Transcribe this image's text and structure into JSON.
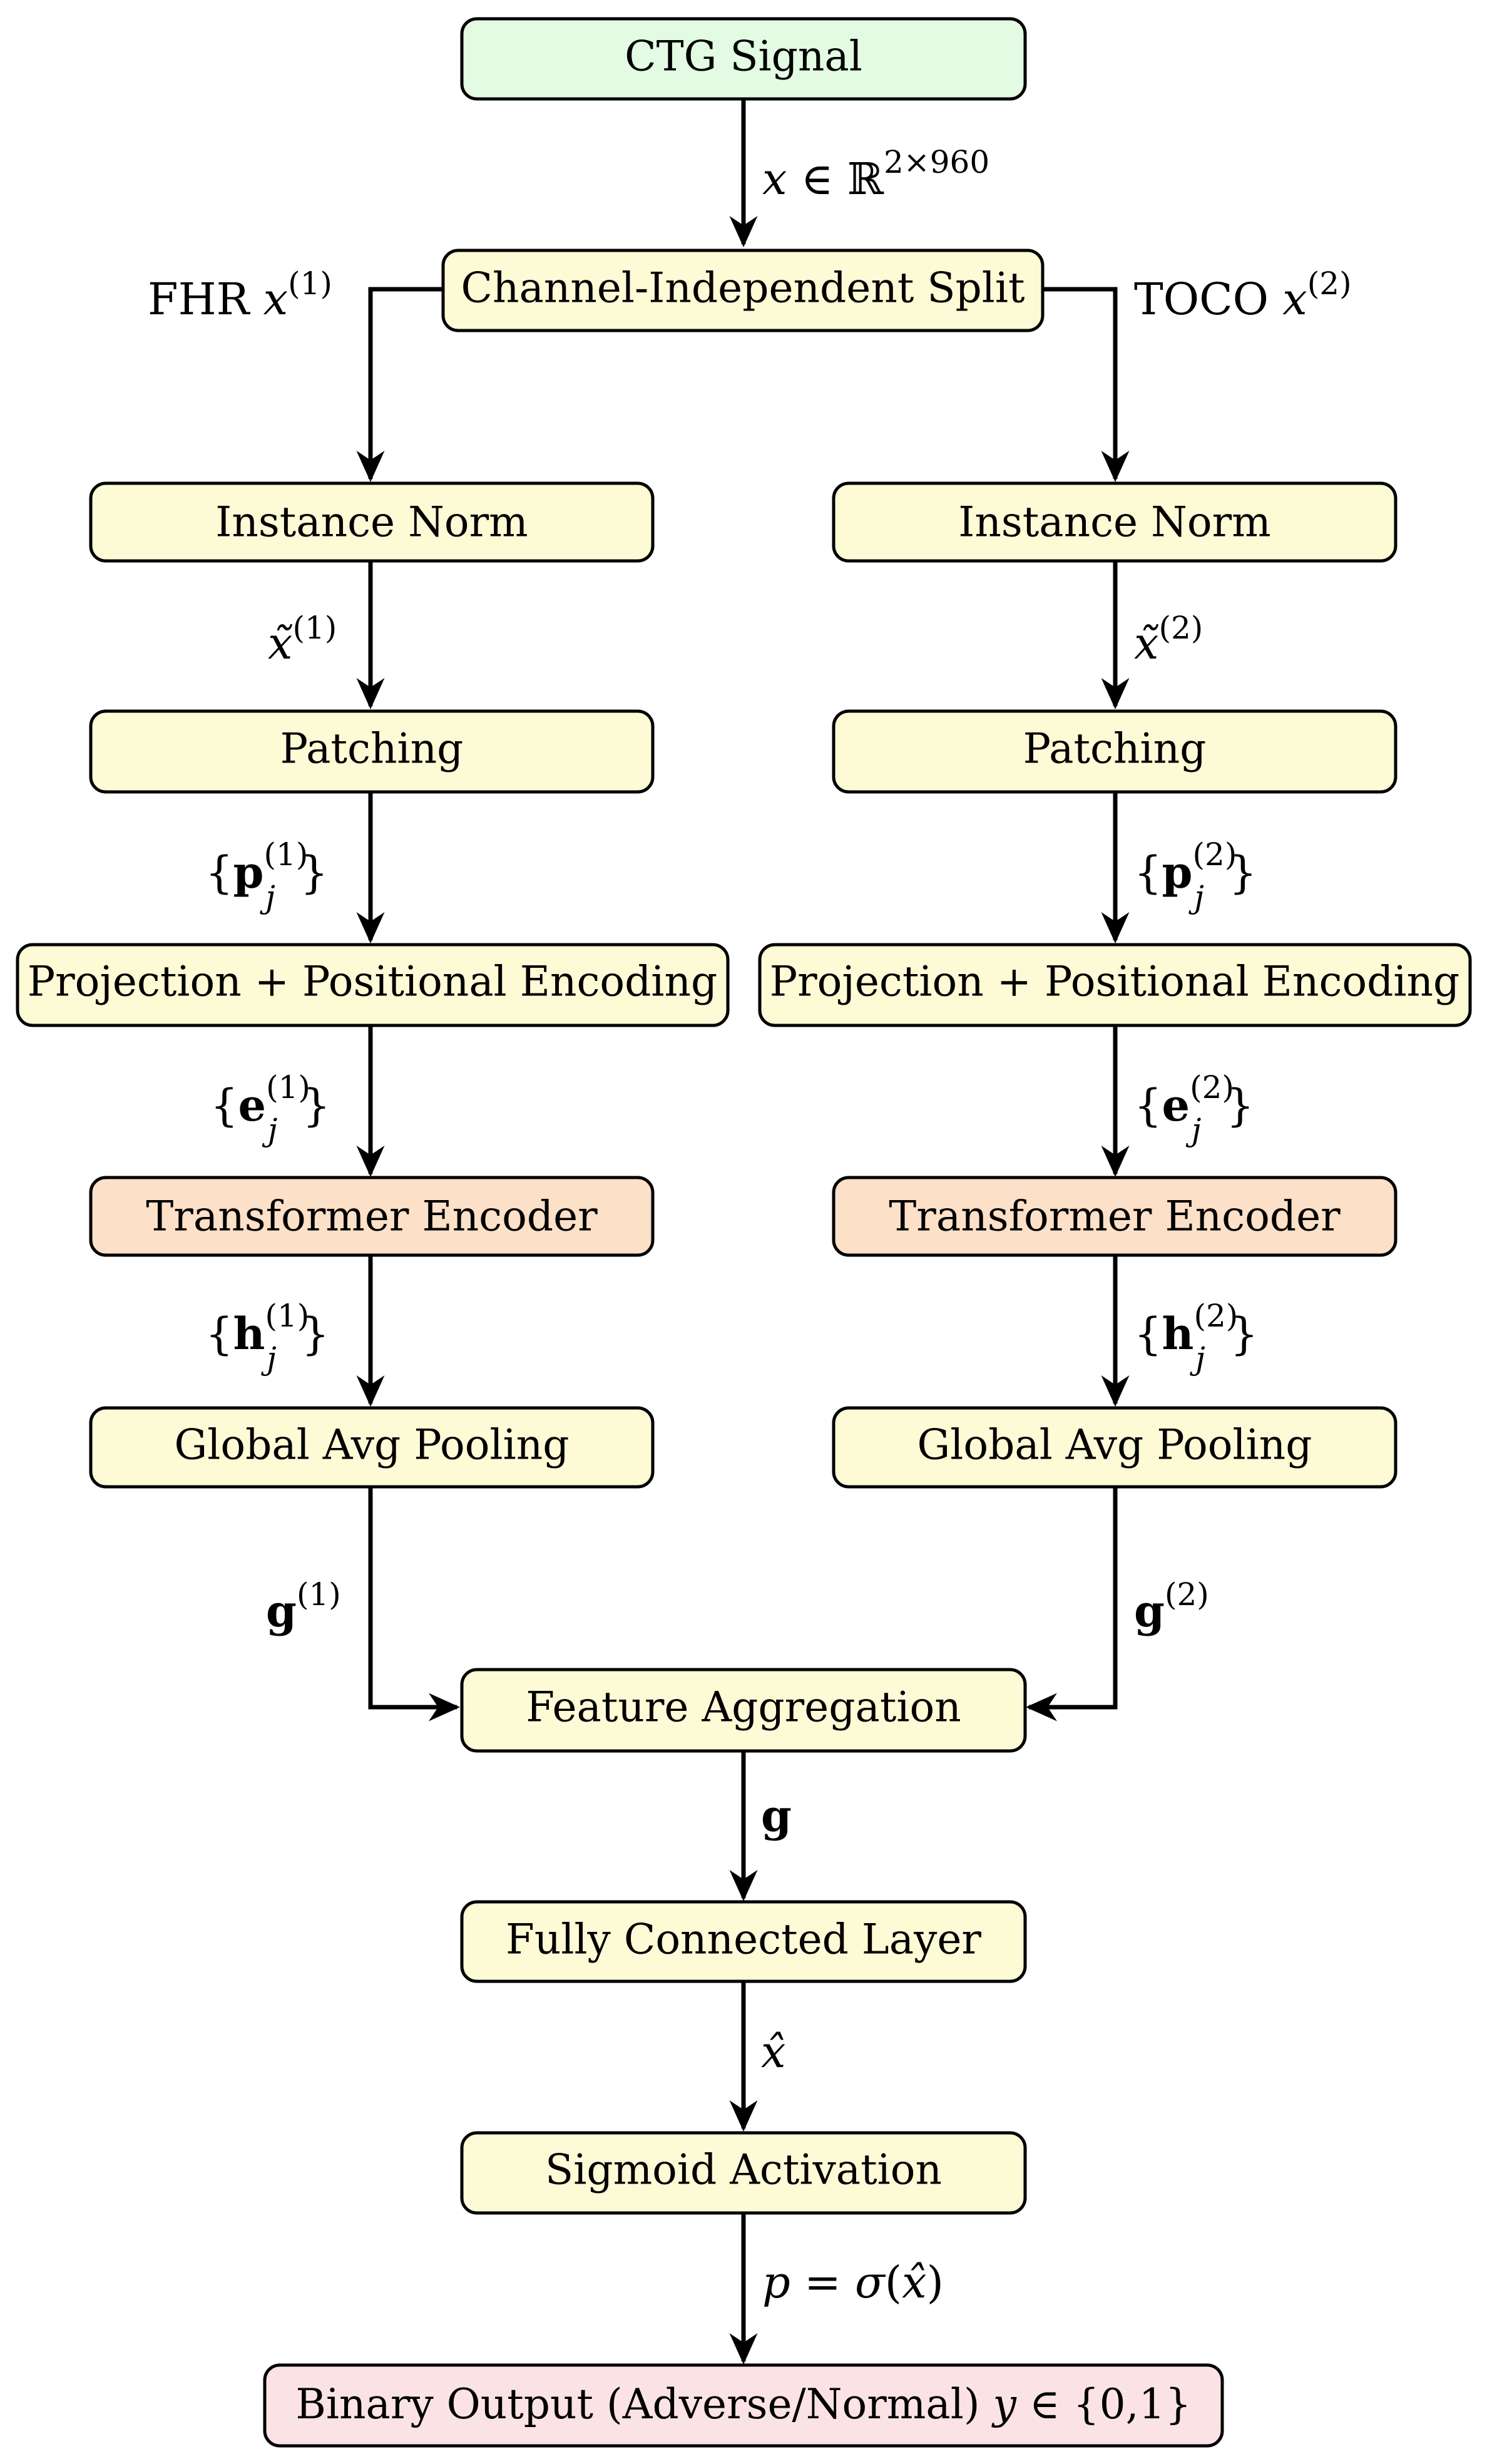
{
  "colors": {
    "input": "#e3fbe3",
    "process": "#fdfad6",
    "encoder": "#fde0c8",
    "output": "#fbe3e5",
    "stroke": "#000000"
  },
  "nodes": {
    "ctg_signal": "CTG Signal",
    "split": "Channel-Independent Split",
    "fhr_instance_norm": "Instance Norm",
    "toco_instance_norm": "Instance Norm",
    "fhr_patching": "Patching",
    "toco_patching": "Patching",
    "fhr_projection": "Projection + Positional Encoding",
    "toco_projection": "Projection + Positional Encoding",
    "fhr_transformer": "Transformer Encoder",
    "toco_transformer": "Transformer Encoder",
    "fhr_pooling": "Global Avg Pooling",
    "toco_pooling": "Global Avg Pooling",
    "aggregation": "Feature Aggregation",
    "fc_layer": "Fully Connected Layer",
    "sigmoid": "Sigmoid Activation",
    "output_text": "Binary Output (Adverse/Normal) ",
    "output_var": "y",
    "output_set": " ∈ {0,1}"
  },
  "edges": {
    "input_var": "x",
    "input_rel": " ∈ ℝ",
    "input_dim": "2×960",
    "fhr_name": "FHR ",
    "fhr_var": "x",
    "toco_name": "TOCO ",
    "toco_var": "x",
    "sup1": "(1)",
    "sup2": "(2)",
    "xtilde_var": "x̃",
    "p_open": "{",
    "p_var": "p",
    "e_var": "e",
    "h_var": "h",
    "j_sub": "j",
    "set_close": "}",
    "g_var": "g",
    "xhat_var": "x̂",
    "prob_var": "p",
    "prob_rel": " = ",
    "prob_fn": "σ",
    "prob_open": "(",
    "prob_close": ")"
  }
}
